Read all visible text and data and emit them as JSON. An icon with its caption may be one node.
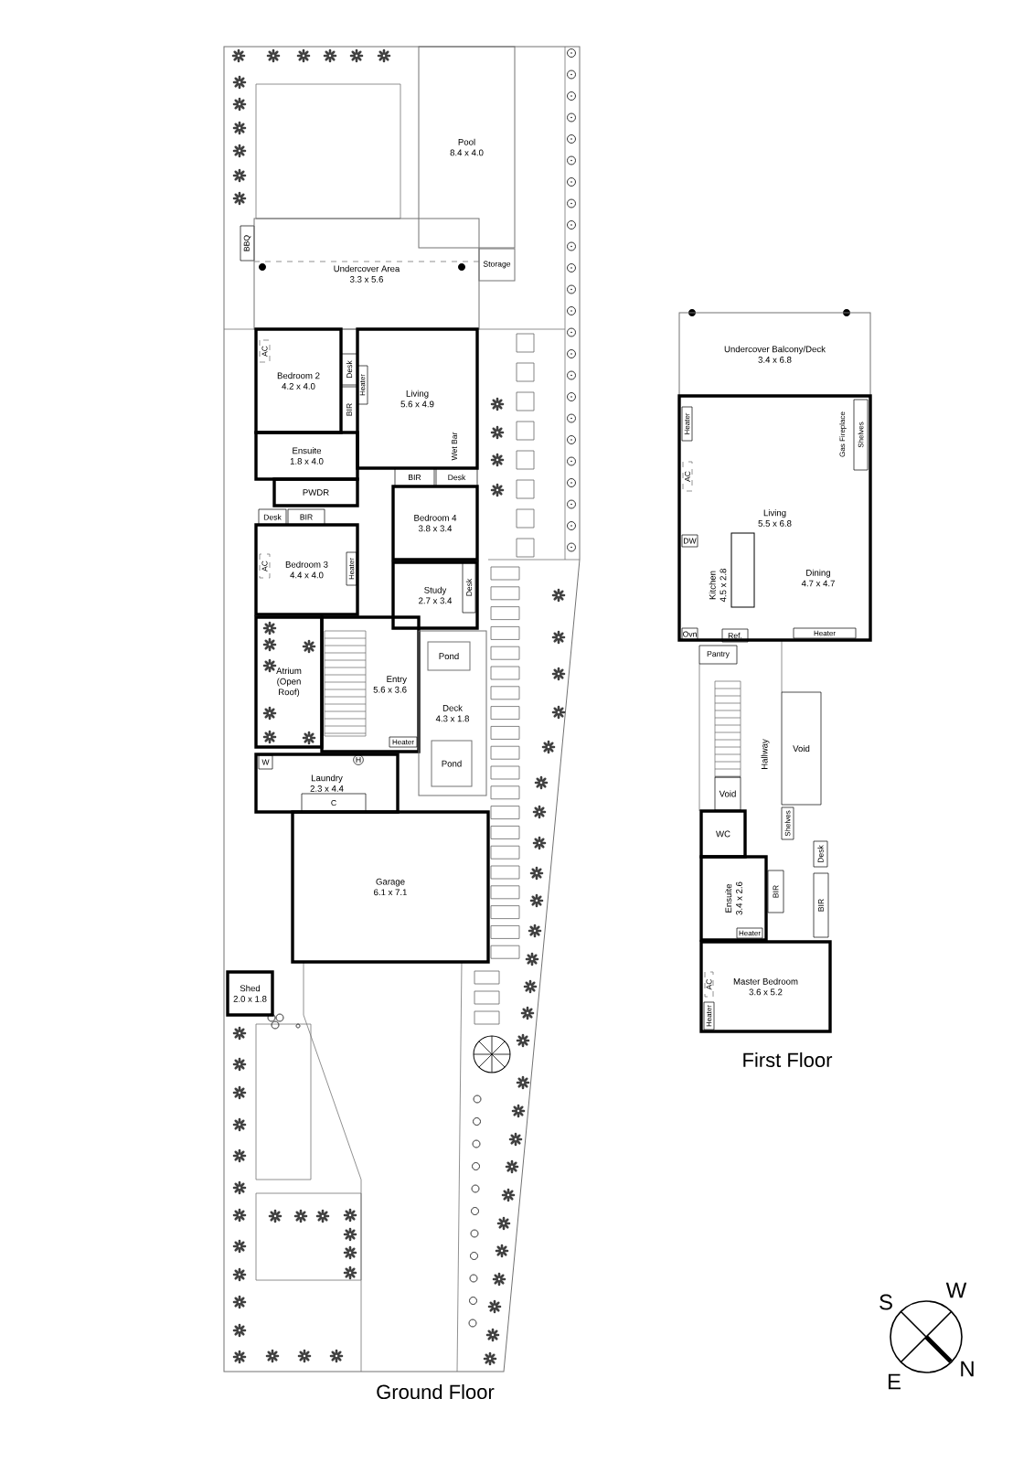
{
  "diagram": {
    "nodes": [
      {
        "text": [
          "Pool",
          "8.4 x 4.0"
        ]
      },
      {
        "text": [
          "BBQ"
        ]
      },
      {
        "text": [
          "Undercover Area",
          "3.3 x 5.6"
        ]
      },
      {
        "text": [
          "Storage"
        ]
      },
      {
        "text": [
          "Bedroom 2",
          "4.2 x 4.0"
        ]
      },
      {
        "text": [
          "AC"
        ],
        "in": 4
      },
      {
        "text": [
          "Desk"
        ]
      },
      {
        "text": [
          "Living",
          "5.6 x 4.9"
        ]
      },
      {
        "text": [
          "Heater"
        ],
        "in": 7
      },
      {
        "text": [
          "BIR"
        ]
      },
      {
        "text": [
          "Ensuite",
          "1.8 x 4.0"
        ]
      },
      {
        "text": [
          "PWDR"
        ]
      },
      {
        "text": [
          "BIR"
        ]
      },
      {
        "text": [
          "Desk"
        ]
      },
      {
        "text": [
          "Desk"
        ]
      },
      {
        "text": [
          "BIR"
        ]
      },
      {
        "text": [
          "Bedroom 4",
          "3.8 x 3.4"
        ]
      },
      {
        "text": [
          "Bedroom 3",
          "4.4 x 4.0"
        ]
      },
      {
        "text": [
          "AC"
        ],
        "in": 17
      },
      {
        "text": [
          "Heater"
        ],
        "in": 17
      },
      {
        "text": [
          "Study",
          "2.7 x 3.4"
        ]
      },
      {
        "text": [
          "Desk"
        ],
        "in": 20
      },
      {
        "text": [
          "Atrium (Open Roof)"
        ]
      },
      {
        "text": [
          "Entry",
          "5.6 x 3.6"
        ]
      },
      {
        "text": [
          "Heater"
        ],
        "in": 23
      },
      {
        "text": [
          "Deck",
          "4.3 x 1.8"
        ]
      },
      {
        "text": [
          "Pond"
        ],
        "in": 25
      },
      {
        "text": [
          "Pond"
        ],
        "in": 25
      },
      {
        "text": [
          "Laundry",
          "2.3 x 4.4"
        ]
      },
      {
        "text": [
          "W"
        ],
        "in": 28
      },
      {
        "text": [
          "C"
        ],
        "in": 28
      },
      {
        "text": [
          "Garage",
          "6.1 x 7.1"
        ]
      },
      {
        "text": [
          "Shed",
          "2.0 x 1.8"
        ]
      },
      {
        "text": [
          "Undercover Balcony/Deck",
          "3.4 x 6.8"
        ]
      },
      {
        "text": [
          "Living",
          "5.5 x 6.8"
        ]
      },
      {
        "text": [
          "Heater"
        ],
        "in": 34
      },
      {
        "text": [
          "Shelves"
        ],
        "in": 34
      },
      {
        "text": [
          "AC"
        ],
        "in": 34
      },
      {
        "text": [
          "DW"
        ],
        "in": 34
      },
      {
        "text": [
          "Kitchen",
          "4.5 x 2.8"
        ],
        "in": 34
      },
      {
        "text": [
          "Dining",
          "4.7 x 4.7"
        ],
        "in": 34
      },
      {
        "text": [
          "Ovn"
        ],
        "in": 34
      },
      {
        "text": [
          "Ref."
        ],
        "in": 34
      },
      {
        "text": [
          "Heater"
        ],
        "in": 34
      },
      {
        "text": [
          "Pantry"
        ]
      },
      {
        "text": [
          "Hallway"
        ]
      },
      {
        "text": [
          "Void"
        ]
      },
      {
        "text": [
          "Void"
        ]
      },
      {
        "text": [
          "WC"
        ]
      },
      {
        "text": [
          "Shelves"
        ]
      },
      {
        "text": [
          "Desk"
        ]
      },
      {
        "text": [
          "Ensuite",
          "3.4 x 2.6"
        ]
      },
      {
        "text": [
          "BIR"
        ]
      },
      {
        "text": [
          "BIR"
        ]
      },
      {
        "text": [
          "Heater"
        ],
        "in": 51
      },
      {
        "text": [
          "Master Bedroom",
          "3.6 x 5.2"
        ]
      },
      {
        "text": [
          "AC"
        ],
        "in": 55
      },
      {
        "text": [
          "Heater"
        ],
        "in": 55
      }
    ],
    "labels": [
      "Wet Bar",
      "H",
      "Gas Fireplace",
      "Ground Floor",
      "First Floor",
      "S",
      "W",
      "N",
      "E"
    ]
  }
}
